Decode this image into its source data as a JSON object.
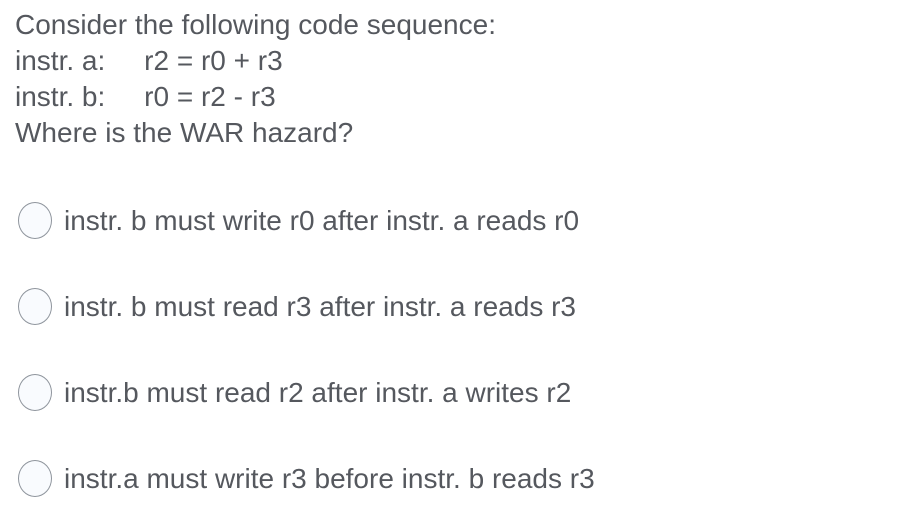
{
  "question": {
    "lines": [
      "Consider the following code sequence:",
      "instr. a:     r2 = r0 + r3",
      "instr. b:     r0 = r2 - r3",
      "Where is the WAR hazard?"
    ]
  },
  "options": [
    {
      "label": "instr. b must write r0 after instr. a reads r0",
      "selected": false
    },
    {
      "label": "instr. b must read r3 after instr. a reads r3",
      "selected": false
    },
    {
      "label": "instr.b must read r2 after instr. a writes r2",
      "selected": false
    },
    {
      "label": "instr.a must write r3 before instr. b reads r3",
      "selected": false
    }
  ],
  "colors": {
    "text": "#55585e",
    "radio_border": "#8f959d",
    "radio_fill": "#f9fbfe",
    "background": "#ffffff"
  }
}
